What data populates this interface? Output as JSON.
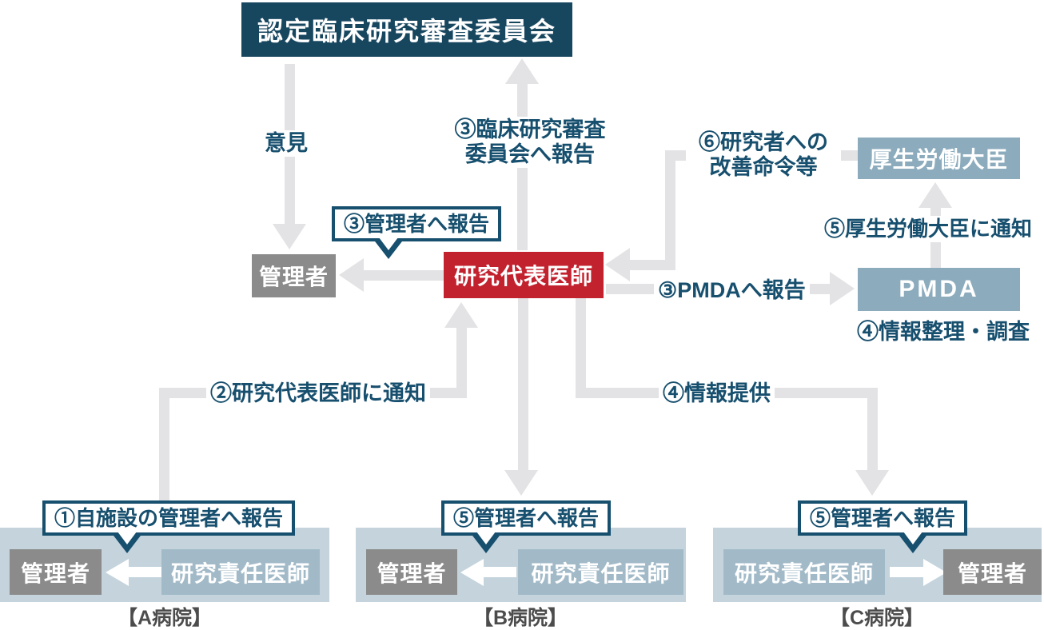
{
  "nodes": {
    "committee": "認定臨床研究審査委員会",
    "administrator": "管理者",
    "principal_investigator": "研究代表医師",
    "mhlw": "厚生労働大臣",
    "pmda": "PMDA",
    "responsible_doctor": "研究責任医師"
  },
  "flow_labels": {
    "opinion": "意見",
    "report_committee_1": "③臨床研究審査",
    "report_committee_2": "委員会へ報告",
    "report_admin": "③管理者へ報告",
    "improvement_order_1": "⑥研究者への",
    "improvement_order_2": "改善命令等",
    "notify_minister": "⑤厚生労働大臣に通知",
    "report_pmda": "③PMDAへ報告",
    "organize_info": "④情報整理・調査",
    "notify_pi": "②研究代表医師に通知",
    "provide_info": "④情報提供"
  },
  "hospitals": [
    {
      "name": "【A病院】",
      "callout": "①自施設の管理者へ報告"
    },
    {
      "name": "【B病院】",
      "callout": "⑤管理者へ報告"
    },
    {
      "name": "【C病院】",
      "callout": "⑤管理者へ報告"
    }
  ],
  "colors": {
    "navy": "#17465f",
    "navy_text": "#174f6e",
    "red": "#c2212e",
    "gray": "#8b8b8b",
    "blue_gray": "#8cacbe",
    "doctor_blue": "#a2bac8",
    "hospital_bg": "#c4d3dc",
    "arrow_gray": "#e3e3e5",
    "label_gray": "#4c4c4c"
  }
}
